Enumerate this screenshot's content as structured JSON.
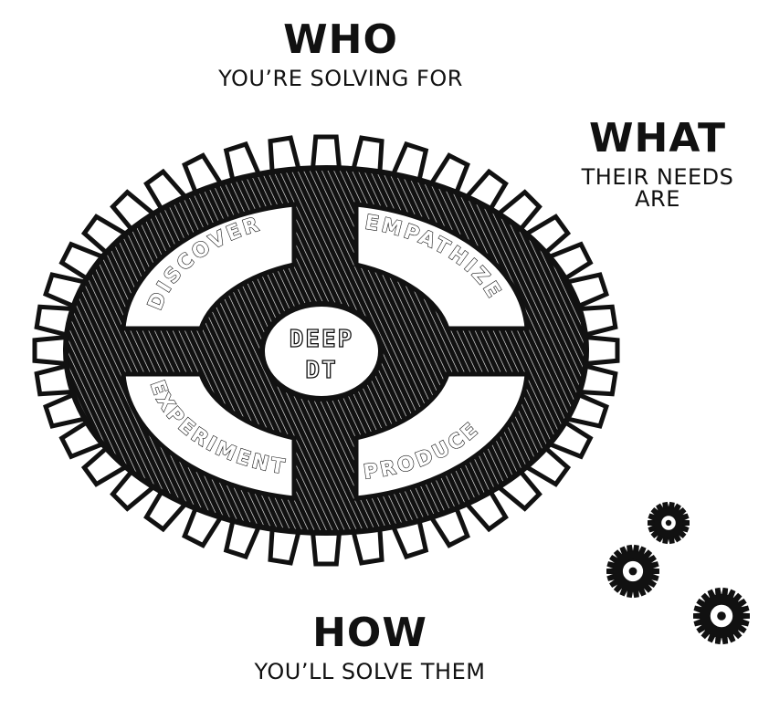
{
  "labels": {
    "who": {
      "title": "WHO",
      "subtitle": "YOU’RE SOLVING FOR"
    },
    "what": {
      "title": "WHAT",
      "subtitle": "THEIR NEEDS ARE"
    },
    "how": {
      "title": "HOW",
      "subtitle": "YOU’LL SOLVE THEM"
    }
  },
  "gear": {
    "segments": [
      "DISCOVER",
      "EMPATHIZE",
      "EXPERIMENT",
      "PRODUCE"
    ],
    "center": [
      "DEEP",
      "DT"
    ]
  },
  "icons": [
    "large-gear-icon",
    "small-gear-icon"
  ],
  "colors": {
    "ink": "#111111",
    "paper": "#ffffff"
  }
}
